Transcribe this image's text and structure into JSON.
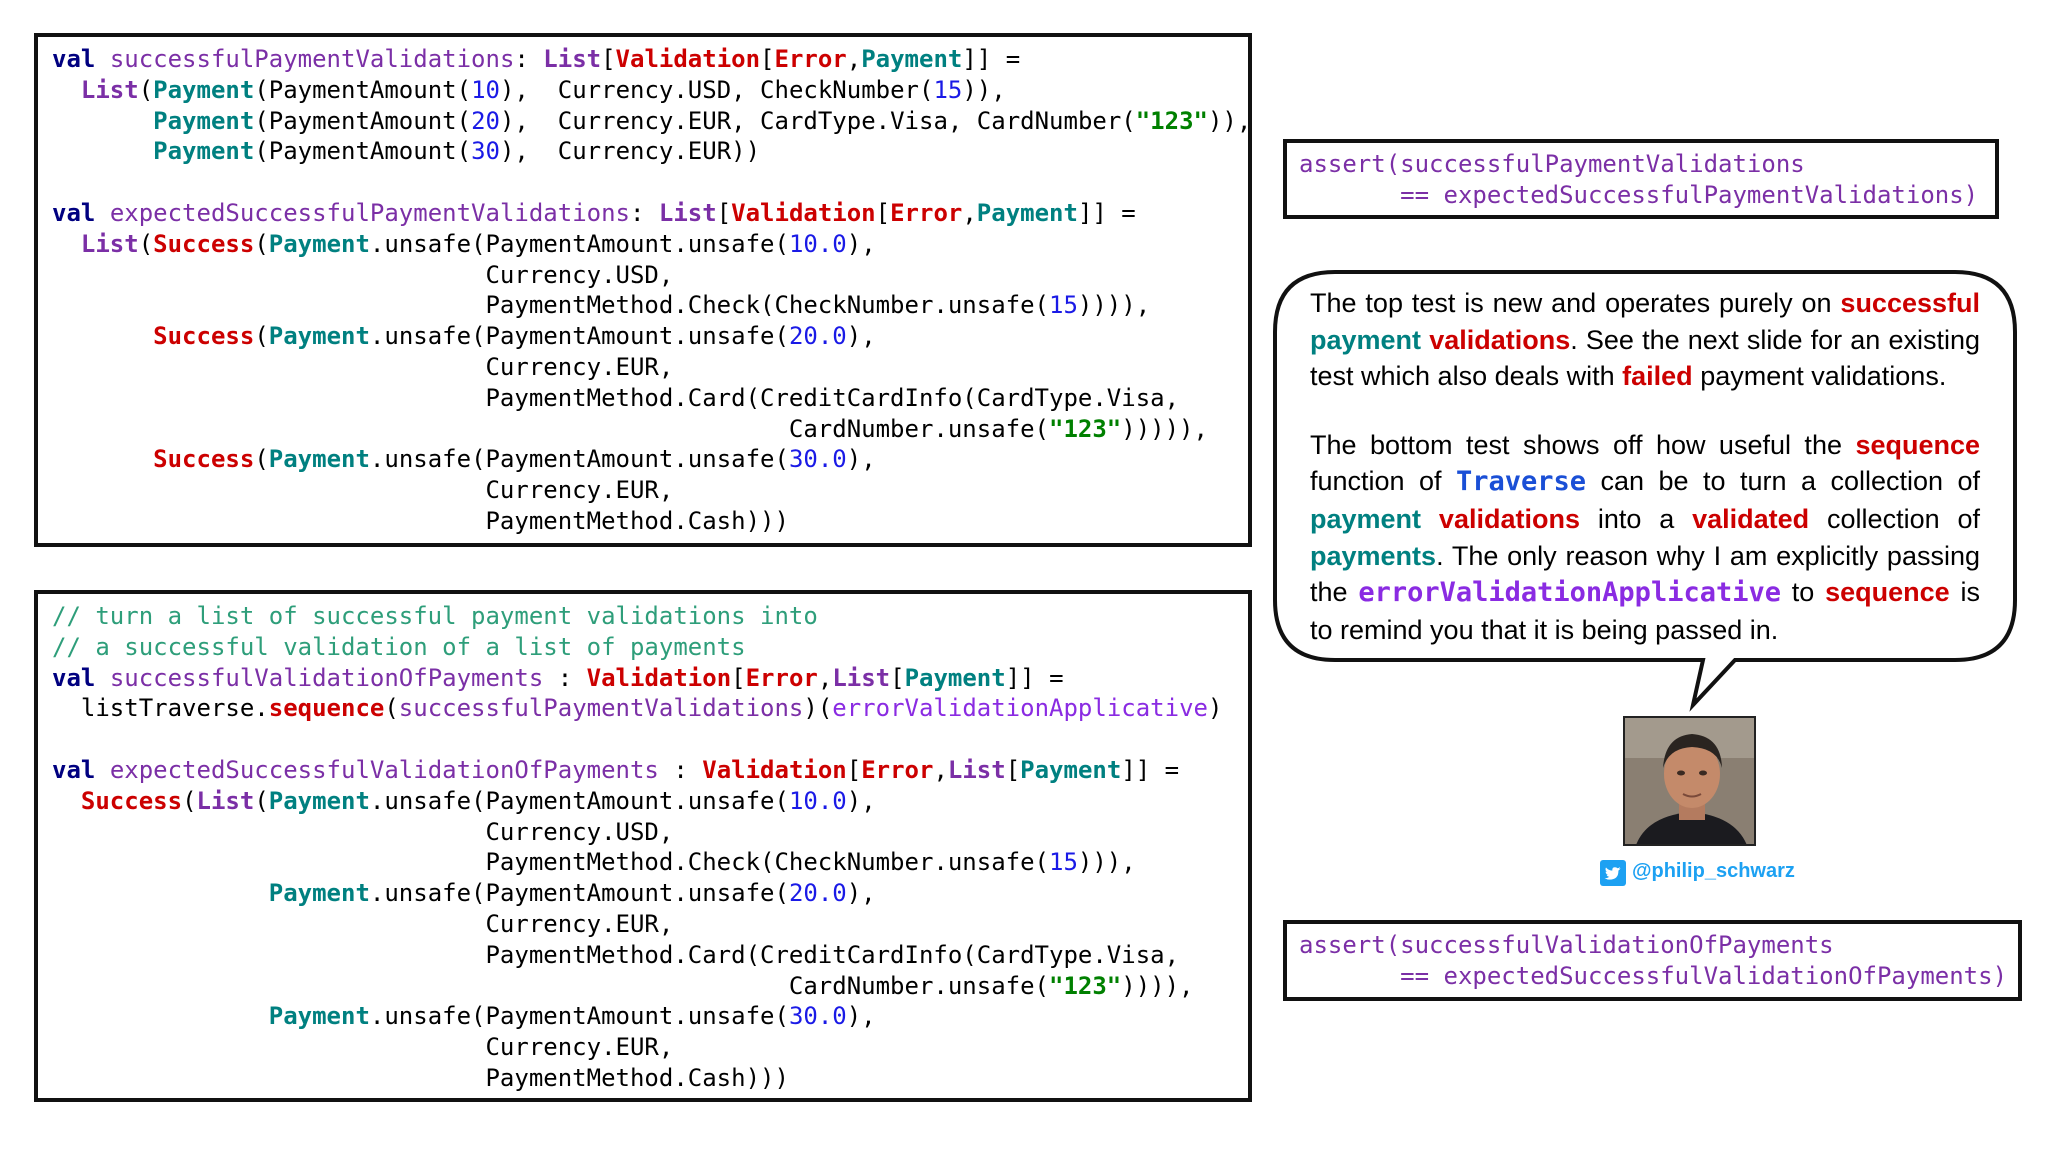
{
  "assert_top": {
    "line1": "assert(successfulPaymentValidations",
    "line2": "       == expectedSuccessfulPaymentValidations)"
  },
  "assert_bottom": {
    "line1": "assert(successfulValidationOfPayments",
    "line2": "       == expectedSuccessfulValidationOfPayments)"
  },
  "bubble": {
    "p1_a": "The top test is new and operates purely on ",
    "p1_b": "successful",
    "p1_c": "payment",
    "p1_d": "validations",
    "p1_e": ". See the next slide for an existing test which also deals with ",
    "p1_f": "failed",
    "p1_g": " payment validations.",
    "p2_a": "The bottom test shows off how useful the ",
    "p2_b": "sequence",
    "p2_c": " function of ",
    "p2_d": "Traverse",
    "p2_e": " can be to turn a collection of ",
    "p2_f": "payment",
    "p2_g": "validations",
    "p2_h": " into a ",
    "p2_i": "validated",
    "p2_j": " collection of ",
    "p2_k": "payments",
    "p2_l": ". The only reason why I am explicitly passing the ",
    "p2_m": "errorValidationApplicative",
    "p2_n": " to ",
    "p2_o": "sequence",
    "p2_p": " is to remind you that it is being passed in."
  },
  "author": {
    "handle": "@philip_schwarz",
    "icon": "twitter-icon"
  },
  "colors": {
    "keyword": "#000080",
    "identifier": "#7b2fa6",
    "payment": "#008080",
    "error": "#cc0000",
    "number": "#1a1ae6",
    "string": "#008000",
    "comment": "#2e9e7a",
    "twitter": "#1da1f2"
  }
}
